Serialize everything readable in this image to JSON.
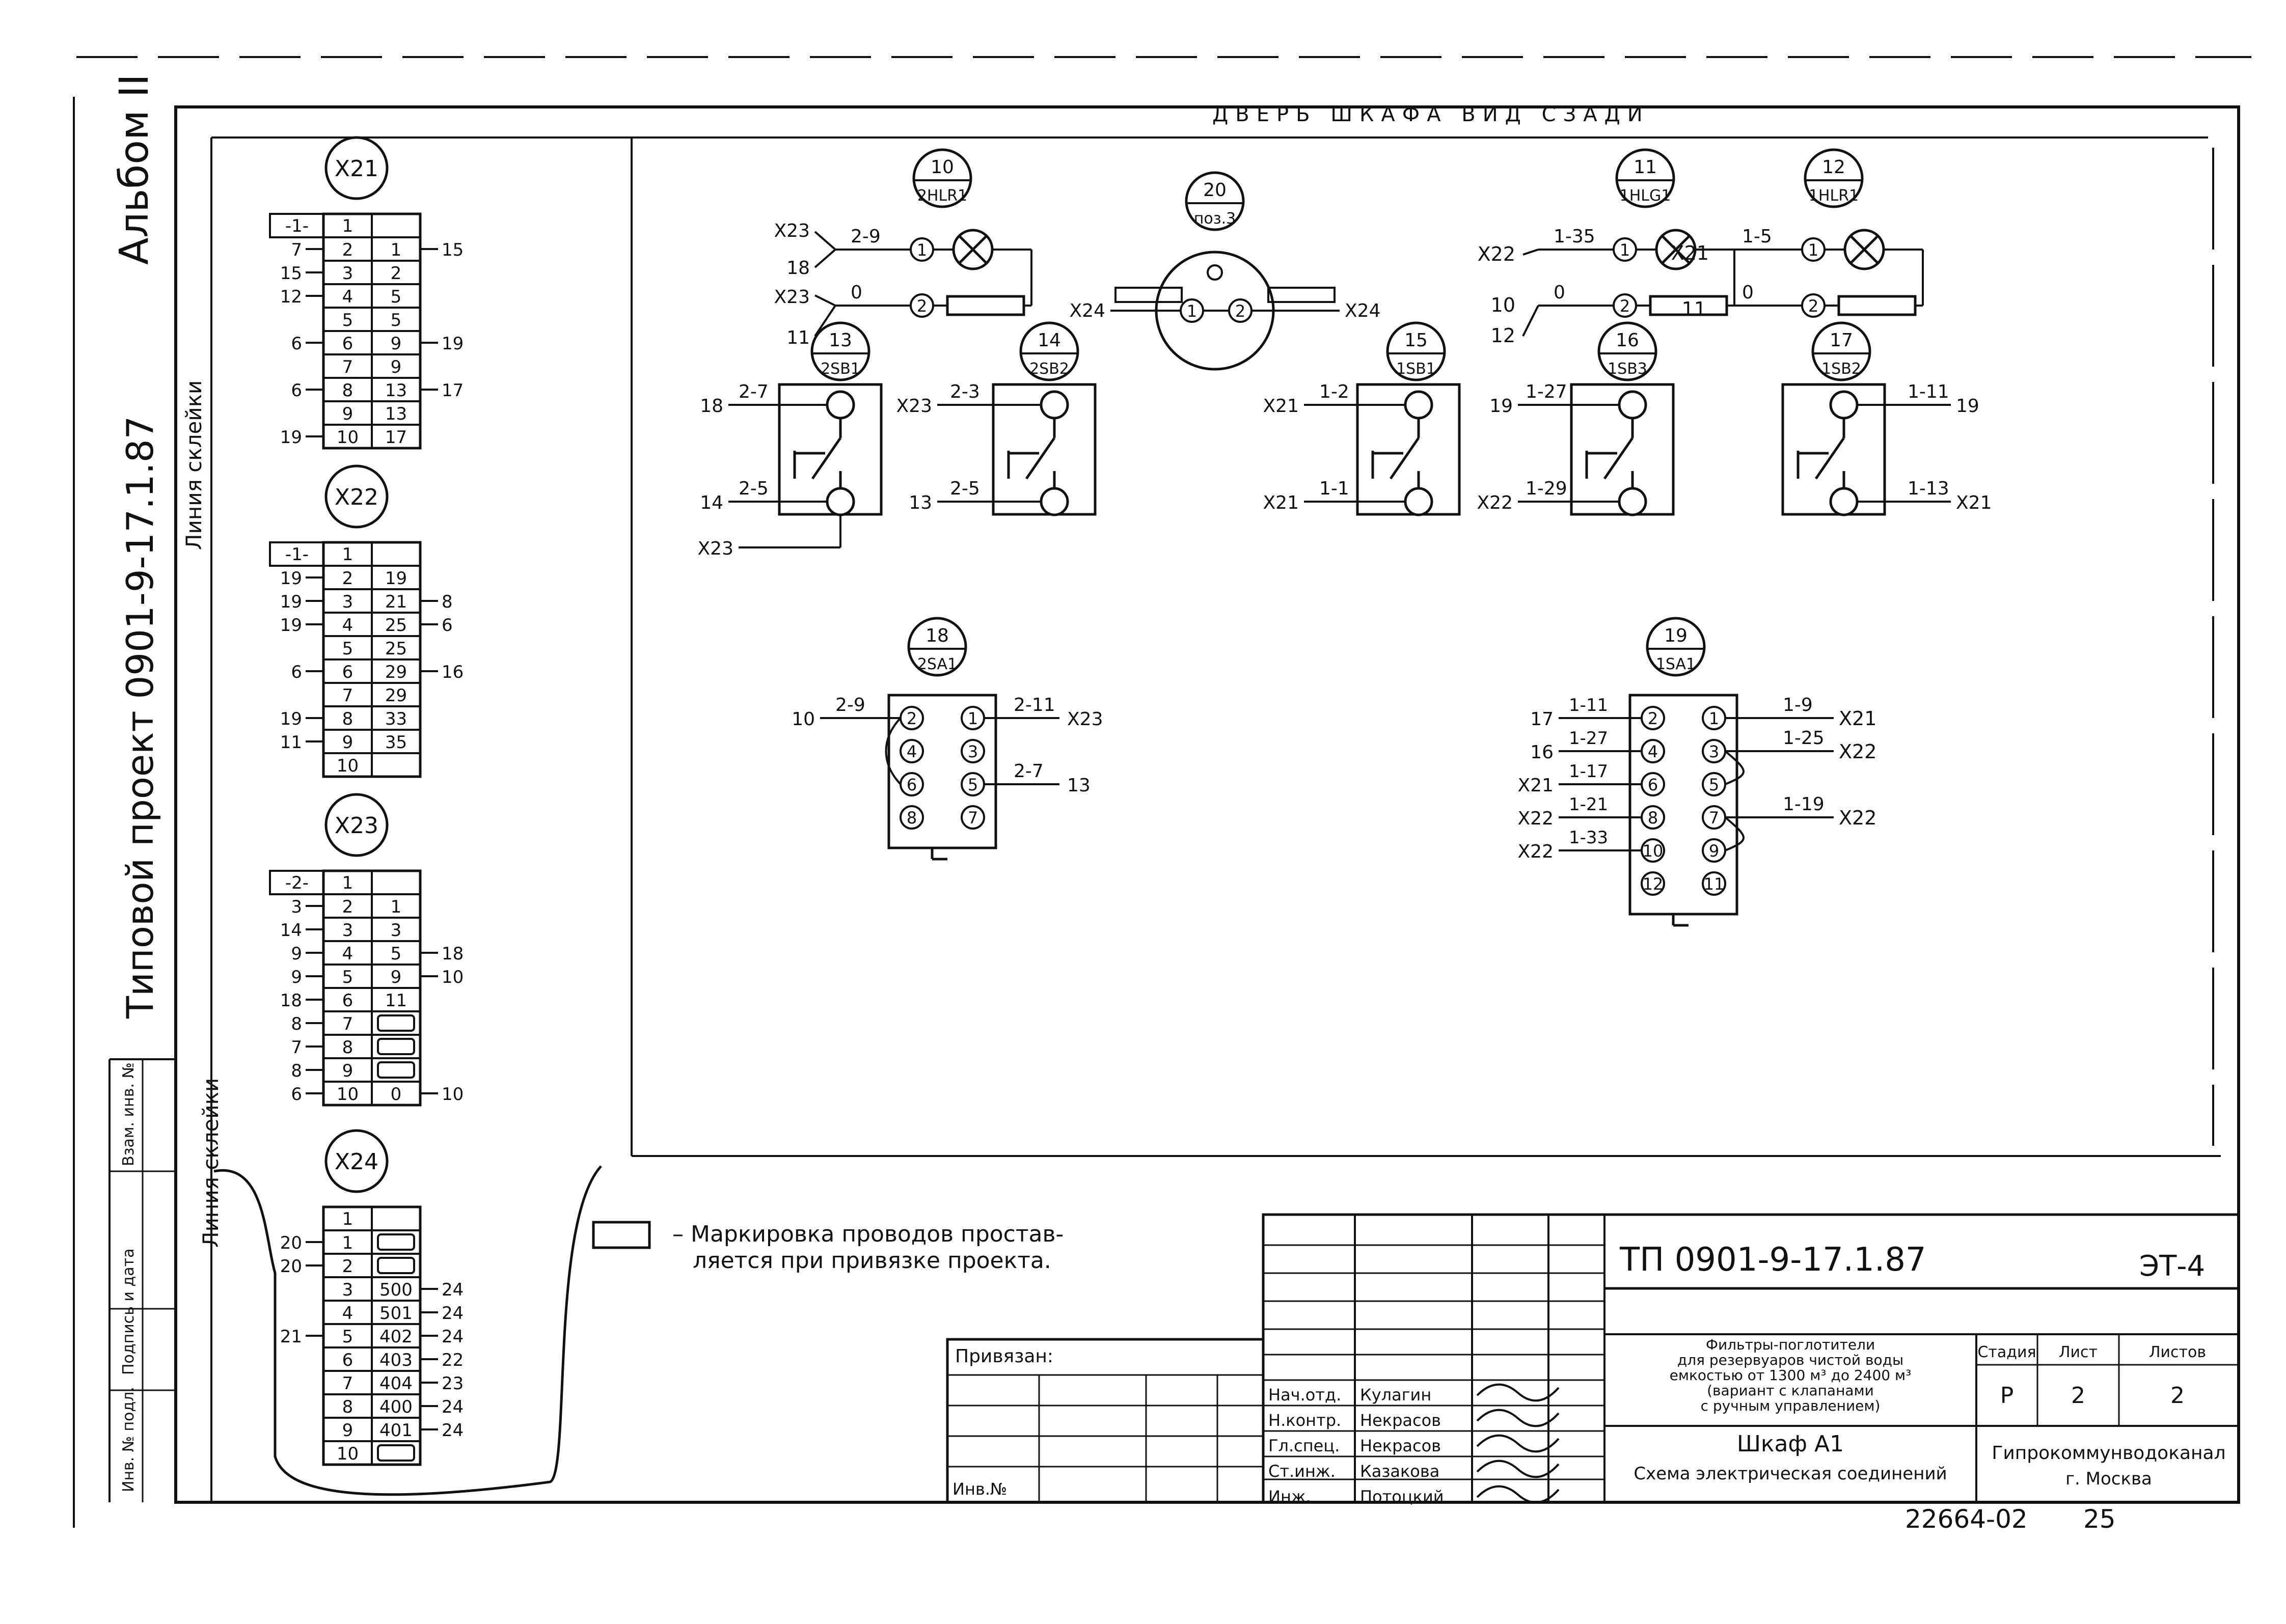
{
  "sheet": {
    "header_title": "ДВЕРЬ ШКАФА ВИД СЗАДИ",
    "side_labels": {
      "album": "Альбом II",
      "project": "Типовой проект 0901-9-17.1.87",
      "glue_line_1": "Линия склейки",
      "glue_line_2": "Линия склейки"
    },
    "left_stamp": [
      "Инв. № подл.",
      "Подпись и дата",
      "Взам. инв. №"
    ],
    "legend_text": "– Маркировка проводов простав-\nляется при привязке проекта."
  },
  "terminal_blocks": [
    {
      "id": "X21",
      "header_left": "-1-",
      "header_mid": "1",
      "rows": [
        {
          "left": "7",
          "a": "2",
          "b": "1",
          "right": "15"
        },
        {
          "left": "15",
          "a": "3",
          "b": "2",
          "right": ""
        },
        {
          "left": "12",
          "a": "4",
          "b": "5",
          "right": ""
        },
        {
          "left": "",
          "a": "5",
          "b": "5",
          "right": ""
        },
        {
          "left": "6",
          "a": "6",
          "b": "9",
          "right": "19"
        },
        {
          "left": "",
          "a": "7",
          "b": "9",
          "right": ""
        },
        {
          "left": "6",
          "a": "8",
          "b": "13",
          "right": "17"
        },
        {
          "left": "",
          "a": "9",
          "b": "13",
          "right": ""
        },
        {
          "left": "19",
          "a": "10",
          "b": "17",
          "right": ""
        }
      ]
    },
    {
      "id": "X22",
      "header_left": "-1-",
      "header_mid": "1",
      "rows": [
        {
          "left": "19",
          "a": "2",
          "b": "19",
          "right": ""
        },
        {
          "left": "19",
          "a": "3",
          "b": "21",
          "right": "8"
        },
        {
          "left": "19",
          "a": "4",
          "b": "25",
          "right": "6"
        },
        {
          "left": "",
          "a": "5",
          "b": "25",
          "right": ""
        },
        {
          "left": "6",
          "a": "6",
          "b": "29",
          "right": "16"
        },
        {
          "left": "",
          "a": "7",
          "b": "29",
          "right": ""
        },
        {
          "left": "19",
          "a": "8",
          "b": "33",
          "right": ""
        },
        {
          "left": "11",
          "a": "9",
          "b": "35",
          "right": ""
        },
        {
          "left": "",
          "a": "10",
          "b": "",
          "right": ""
        }
      ]
    },
    {
      "id": "X23",
      "header_left": "-2-",
      "header_mid": "1",
      "rows": [
        {
          "left": "3",
          "a": "2",
          "b": "1",
          "right": ""
        },
        {
          "left": "14",
          "a": "3",
          "b": "3",
          "right": ""
        },
        {
          "left": "9",
          "a": "4",
          "b": "5",
          "right": "18"
        },
        {
          "left": "9",
          "a": "5",
          "b": "9",
          "right": "10"
        },
        {
          "left": "18",
          "a": "6",
          "b": "11",
          "right": ""
        },
        {
          "left": "8",
          "a": "7",
          "b": "",
          "right": ""
        },
        {
          "left": "7",
          "a": "8",
          "b": "",
          "right": ""
        },
        {
          "left": "8",
          "a": "9",
          "b": "",
          "right": ""
        },
        {
          "left": "6",
          "a": "10",
          "b": "0",
          "right": "10"
        }
      ]
    },
    {
      "id": "X24",
      "header_left": "",
      "header_mid": "1",
      "rows": [
        {
          "left": "20",
          "a": "1",
          "b": "",
          "right": ""
        },
        {
          "left": "20",
          "a": "2",
          "b": "",
          "right": ""
        },
        {
          "left": "",
          "a": "3",
          "b": "500",
          "right": "24"
        },
        {
          "left": "",
          "a": "4",
          "b": "501",
          "right": "24"
        },
        {
          "left": "21",
          "a": "5",
          "b": "402",
          "right": "24"
        },
        {
          "left": "",
          "a": "6",
          "b": "403",
          "right": "22"
        },
        {
          "left": "",
          "a": "7",
          "b": "404",
          "right": "23"
        },
        {
          "left": "",
          "a": "8",
          "b": "400",
          "right": "24"
        },
        {
          "left": "",
          "a": "9",
          "b": "401",
          "right": "24"
        },
        {
          "left": "",
          "a": "10",
          "b": "",
          "right": ""
        }
      ]
    }
  ],
  "devices": {
    "lamp_10": {
      "num": "10",
      "code": "2HLR1",
      "pins": [
        "1",
        "2"
      ],
      "wires": [
        "2-9",
        "0"
      ],
      "ends": [
        "X23",
        "18",
        "X23",
        "11"
      ]
    },
    "lamp_11": {
      "num": "11",
      "code": "1HLG1",
      "pins": [
        "1",
        "2"
      ],
      "wires": [
        "1-35",
        "0"
      ],
      "ends": [
        "X22",
        "10",
        "12"
      ]
    },
    "lamp_12": {
      "num": "12",
      "code": "1HLR1",
      "pins": [
        "1",
        "2"
      ],
      "wires": [
        "1-5",
        "0"
      ],
      "ends": [
        "X21",
        "11"
      ]
    },
    "socket_20": {
      "num": "20",
      "code": "поз.3",
      "pins": [
        "1",
        "2"
      ],
      "ends": [
        "X24",
        "X24"
      ]
    },
    "sw_13": {
      "num": "13",
      "code": "2SB1",
      "wires": [
        "2-7",
        "2-5"
      ],
      "ends": [
        "18",
        "14",
        "X23"
      ]
    },
    "sw_14": {
      "num": "14",
      "code": "2SB2",
      "wires": [
        "2-3",
        "2-5"
      ],
      "ends": [
        "X23",
        "13"
      ]
    },
    "sw_15": {
      "num": "15",
      "code": "1SB1",
      "wires": [
        "1-2",
        "1-1"
      ],
      "ends": [
        "X21",
        "X21"
      ]
    },
    "sw_16": {
      "num": "16",
      "code": "1SB3",
      "wires": [
        "1-27",
        "1-29"
      ],
      "ends": [
        "19",
        "X22"
      ]
    },
    "sw_17": {
      "num": "17",
      "code": "1SB2",
      "wires": [
        "1-11",
        "1-13"
      ],
      "ends": [
        "19",
        "X21"
      ]
    },
    "sel_18": {
      "num": "18",
      "code": "2SA1",
      "pins_left": [
        "2",
        "4",
        "6",
        "8"
      ],
      "pins_right": [
        "1",
        "3",
        "5",
        "7"
      ],
      "wires": [
        "2-9",
        "2-11",
        "2-7"
      ],
      "ends": [
        "10",
        "X23",
        "13"
      ]
    },
    "sel_19": {
      "num": "19",
      "code": "1SA1",
      "pins_left": [
        "2",
        "4",
        "6",
        "8",
        "10",
        "12"
      ],
      "pins_right": [
        "1",
        "3",
        "5",
        "7",
        "9",
        "11"
      ],
      "wires_left": [
        "1-11",
        "1-27",
        "1-17",
        "1-21",
        "1-33"
      ],
      "ends_left": [
        "17",
        "16",
        "X21",
        "X22",
        "X22"
      ],
      "wires_right": [
        "1-9",
        "1-25",
        "1-19"
      ],
      "ends_right": [
        "X21",
        "X22",
        "X22"
      ]
    }
  },
  "title_block": {
    "doc_code": "ТП 0901-9-17.1.87",
    "sheet_code": "ЭТ-4",
    "attached_label": "Привязан:",
    "inv_label": "Инв.№",
    "roles": [
      "Нач.отд.",
      "Н.контр.",
      "Гл.спец.",
      "Ст.инж.",
      "Инж."
    ],
    "names": [
      "Кулагин",
      "Некрасов",
      "Некрасов",
      "Казакова",
      "Потоцкий"
    ],
    "description_lines": [
      "Фильтры-поглотители",
      "для резервуаров чистой воды",
      "емкостью от 1300 м³ до 2400 м³",
      "(вариант с клапанами",
      "с ручным управлением)"
    ],
    "object": "Шкаф А1",
    "drawing_name": "Схема электрическая соединений",
    "stage_label": "Стадия",
    "sheet_label": "Лист",
    "sheets_label": "Листов",
    "stage": "Р",
    "sheet": "2",
    "sheets": "2",
    "org": "Гипрокоммунводоканал",
    "city": "г. Москва"
  },
  "footer": {
    "archive_no": "22664-02",
    "page": "25"
  }
}
